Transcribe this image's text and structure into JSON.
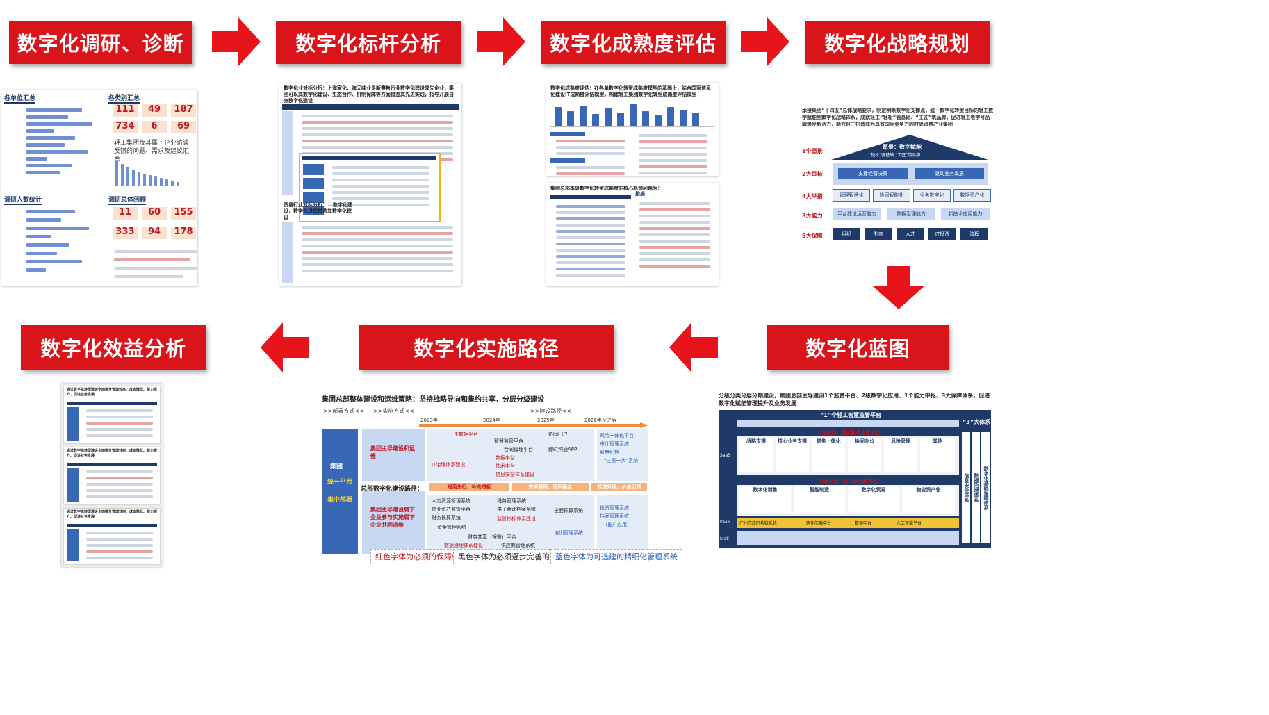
{
  "steps": {
    "s1": "数字化调研、诊断",
    "s2": "数字化标杆分析",
    "s3": "数字化成熟度评估",
    "s4": "数字化战略规划",
    "s5": "数字化蓝图",
    "s6": "数字化实施路径",
    "s7": "数字化效益分析"
  },
  "strategy": {
    "intro": "承接集团“十四五”总体战略要求，制定明晰数字化支撑点，统一数字化转型目标的轻工数字赋能型数字化战略体系，成就轻工“轻松”强基础、“工匠”筑品牌，促进轻工老字号品牌焕发新活力，助力轻工打造成为具有国际竞争力的时尚消费产业集团",
    "roof": "愿景：数字赋能",
    "roof_sub": "“轻松”强基础  “工匠”筑品牌",
    "rows": [
      {
        "label": "1个愿景",
        "items": []
      },
      {
        "label": "2大目标",
        "items": [
          "支撑经营决策",
          "驱动业务发展"
        ]
      },
      {
        "label": "4大举措",
        "items": [
          "管理智慧化",
          "协同智能化",
          "业务数字化",
          "数据资产化"
        ]
      },
      {
        "label": "3大能力",
        "items": [
          "平台建设运营能力",
          "数据治理能力",
          "新技术应用能力"
        ]
      },
      {
        "label": "5大保障",
        "items": [
          "组织",
          "制度",
          "人才",
          "IT投资",
          "流程"
        ]
      }
    ]
  },
  "blueprint": {
    "intro": "分级分类分层分期建设，集团总部主导建设1个监管平台、2级数字化应用、1个能力中枢、3大保障体系，促进数字化赋能管理提升及业务发展",
    "top": "“1”个轻工智慧监管平台",
    "three": "“3”大体系",
    "level1": "I级应用：集团集约化数字化",
    "level2": "II级应用：核心业务数字化",
    "modules1": [
      "战略支撑",
      "核心业务支撑",
      "财务一体化",
      "协同办公",
      "风险管理",
      "其他"
    ],
    "modules2": [
      "数字化销售",
      "智能制造",
      "数字化贸易",
      "物业资产化"
    ],
    "systems": [
      "信息安全体系",
      "数据治理体系",
      "数字化基础保障体系"
    ],
    "bottom": [
      "广州市政区块链系统",
      "两化能融中台",
      "数据中台",
      "人工智能平台"
    ],
    "side": [
      "SaaS",
      "PaaS",
      "IaaS"
    ]
  },
  "roadmap": {
    "title": "集团总部整体建设和运维策略：坚持战略导向和集约共享，分层分级建设",
    "heads": [
      ">>部署方式<<",
      ">>实施方式<<",
      ">>建设路径<<"
    ],
    "years": [
      "2023年",
      "2024年",
      "2025年",
      "2026年及之后"
    ],
    "group": [
      "集团",
      "统一平台",
      "集中部署"
    ],
    "mode_top": "集团主导建设和运维",
    "mode_bottom": "集团主导建设属下企业参与实施属下企业共同运维",
    "path_label": "总部数字化建设路径：",
    "phases": [
      "规范先行，补充短板",
      "夯实基础，协同融合",
      "转型升级，价值引领"
    ],
    "top_systems": [
      "主数据平台",
      "IT治理体系建设",
      "智慧监管平台",
      "合同管理平台",
      "数据中台",
      "技术中台",
      "信息安全体系建设",
      "协同门户",
      "即时沟通APP",
      "风险一体化平台",
      "审计管理系统",
      "智慧纪检",
      "“三重一大”系统"
    ],
    "bottom_systems": [
      "人力资源管理系统",
      "物业资产监管平台",
      "财务核算系统",
      "资金管理系统",
      "财务共享（报账）平台",
      "数据治理体系建设",
      "税务管理系统",
      "电子会计档案系统",
      "监管指标体系建设",
      "供应商管理系统",
      "全面预算系统",
      "培训管理系统",
      "投资管理系统",
      "档案管理系统",
      "（推广应用）"
    ],
    "legend": [
      "红色字体为必须的保障体系建设",
      "黑色字体为必须逐步完善的基础建设",
      "蓝色字体为可选建的精细化管理系统"
    ]
  },
  "survey": {
    "box1": "各单位汇总",
    "box2": "各类别汇总",
    "box3": "调研人数统计",
    "box4": "调研总体回顾",
    "nums_a": [
      "111",
      "49",
      "187",
      "734",
      "6",
      "69"
    ],
    "nums_b": [
      "11",
      "60",
      "155",
      "333",
      "94",
      "178"
    ],
    "caption": "轻工集团及其属下企业访谈反馈的问题、需求及建议汇总"
  },
  "benchmark": {
    "title": "数字化业对标分析：上海家化、海天味业是新零售行业数字化建设领先企业，集团可以其数字化建设、生态合作、机制保障等方面借鉴其先进实践，指导开展自身数字化建设",
    "title2": "贸易行业对标分析：...数字化建设，数字化进程借鉴其数字化建设"
  },
  "maturity": {
    "title": "数字化成熟度评估：在各单数字化转型成熟度模型的基础上，结合国家信息化建设IT成熟度评估模型，构建轻工集团数字化转型成熟度评估模型",
    "title2": "集团总部本级数字化转型成熟度的核心瓶颈问题为：",
    "sub": "措施"
  },
  "benefit": {
    "title": "通过数字化转型建设全面提升管理效率、成本降低、能力提升、促进业务发展"
  }
}
